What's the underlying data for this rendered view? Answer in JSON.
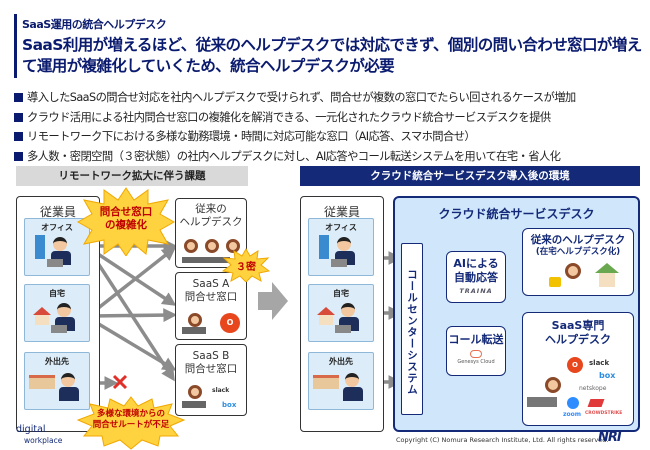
{
  "header": {
    "subtitle": "SaaS運用の統合ヘルプデスク",
    "headline_line1": "SaaS利用が増えるほど、従来のヘルプデスクでは対応できず、個別の問い合わせ窓口が増え",
    "headline_line2": "て運用が複雑化していくため、統合ヘルプデスクが必要"
  },
  "bullets": [
    "導入したSaaSの問合せ対応を社内ヘルプデスクで受けられず、問合せが複数の窓口でたらい回されるケースが増加",
    "クラウド活用による社内問合せ窓口の複雑化を解消できる、一元化されたクラウド統合サービスデスクを提供",
    "リモートワーク下における多様な勤務環境・時間に対応可能な窓口（AI応答、スマホ問合せ）",
    "多人数・密閉空間（３密状態）の社内ヘルプデスクに対し、AI応答やコール転送システムを用いて在宅・省人化"
  ],
  "left_panel": {
    "header": "リモートワーク拡大に伴う課題",
    "employee_title": "従業員",
    "locations": [
      "オフィス",
      "自宅",
      "外出先"
    ],
    "burst_top_line1": "問合せ窓口",
    "burst_top_line2": "の複雑化",
    "burst_3mitsu": "３密",
    "burst_bottom_line1": "多様な環境からの",
    "burst_bottom_line2": "問合せルートが不足",
    "targets": [
      {
        "line1": "従来の",
        "line2": "ヘルプデスク"
      },
      {
        "line1": "SaaS A",
        "line2": "問合せ窓口",
        "logos": [
          "Office 365"
        ]
      },
      {
        "line1": "SaaS B",
        "line2": "問合せ窓口",
        "logos": [
          "slack",
          "box"
        ]
      }
    ],
    "blocked_icon": "cross-icon"
  },
  "right_panel": {
    "header": "クラウド統合サービスデスク導入後の環境",
    "employee_title": "従業員",
    "locations": [
      "オフィス",
      "自宅",
      "外出先"
    ],
    "cloud_title": "クラウド統合サービスデスク",
    "callcenter": "コールセンターシステム",
    "ai_box": {
      "line1": "AIによる",
      "line2": "自動応答",
      "logo": "TRAINA"
    },
    "transfer_box": {
      "title": "コール転送",
      "logo": "Genesys Cloud"
    },
    "legacy_desk": {
      "line1": "従来のヘルプデスク",
      "line2": "(在宅ヘルプデスク化)"
    },
    "saas_desk": {
      "line1": "SaaS専門",
      "line2": "ヘルプデスク",
      "logos": [
        "Office 365",
        "slack",
        "box",
        "netskope",
        "zoom",
        "CROWDSTRIKE"
      ]
    }
  },
  "footer": {
    "copyright": "Copyright (C)  Nomura Research Institute,  Ltd. All rights reserved.",
    "nri": "NRI",
    "logo_line1": "digital",
    "logo_line2": "workplace"
  },
  "colors": {
    "navy": "#142a78",
    "title_navy": "#0a1a6e",
    "panel_blue": "#cfe6fb",
    "card_blue": "#dcecf8",
    "burst_yellow": "#ffd23f",
    "alert_red": "#c00000",
    "arrow_gray": "#a6a6a6"
  }
}
